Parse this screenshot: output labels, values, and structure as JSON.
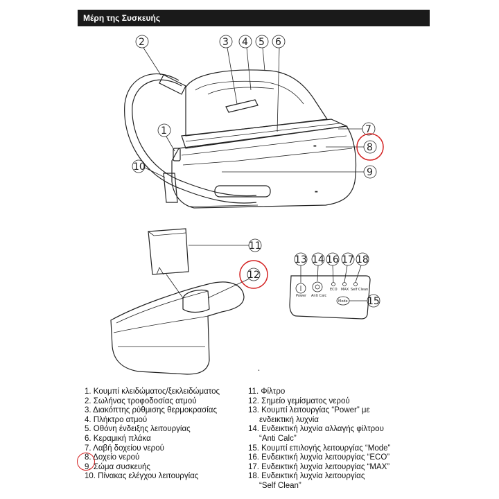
{
  "header": {
    "title": "Μέρη της Συσκευής"
  },
  "callouts": [
    "1",
    "2",
    "3",
    "4",
    "5",
    "6",
    "7",
    "8",
    "9",
    "10",
    "11",
    "12",
    "13",
    "14",
    "15",
    "16",
    "17",
    "18"
  ],
  "panel_labels": {
    "power": "Power",
    "anti_calc": "Anti Calc",
    "eco": "ECO",
    "max": "MAX",
    "self_clean": "Self Clean",
    "mode": "Mode"
  },
  "legend_left": [
    "1. Κουμπί κλειδώματος/ξεκλειδώματος",
    "2. Σωλήνας τροφοδοσίας ατμού",
    "3. Διακόπτης ρύθμισης θερμοκρασίας",
    "4. Πλήκτρο ατμού",
    "5. Οθόνη ένδειξης λειτουργίας",
    "6. Κεραμική πλάκα",
    "7. Λαβή δοχείου νερού",
    "8. Δοχείο νερού",
    "9. Σώμα συσκευής",
    "10. Πίνακας ελέγχου λειτουργίας"
  ],
  "legend_right": [
    {
      "text": "11. Φίλτρο"
    },
    {
      "text": "12. Σημείο γεμίσματος νερού"
    },
    {
      "text": "13. Κουμπί λειτουργίας “Power” με",
      "cont": "ενδεικτική λυχνία"
    },
    {
      "text": "14. Ενδεικτική λυχνία αλλαγής φίλτρου",
      "cont": "“Anti Calc”"
    },
    {
      "text": "15. Κουμπί επιλογής λειτουργίας “Mode”"
    },
    {
      "text": "16. Ενδεικτική λυχνία λειτουργίας “ECO”"
    },
    {
      "text": "17. Ενδεικτική λυχνία λειτουργίας “MAX”"
    },
    {
      "text": "18. Ενδεικτική λυχνία λειτουργίας",
      "cont": "“Self Clean”"
    }
  ],
  "colors": {
    "header_bg": "#1a1a1a",
    "highlight": "#d32020"
  }
}
